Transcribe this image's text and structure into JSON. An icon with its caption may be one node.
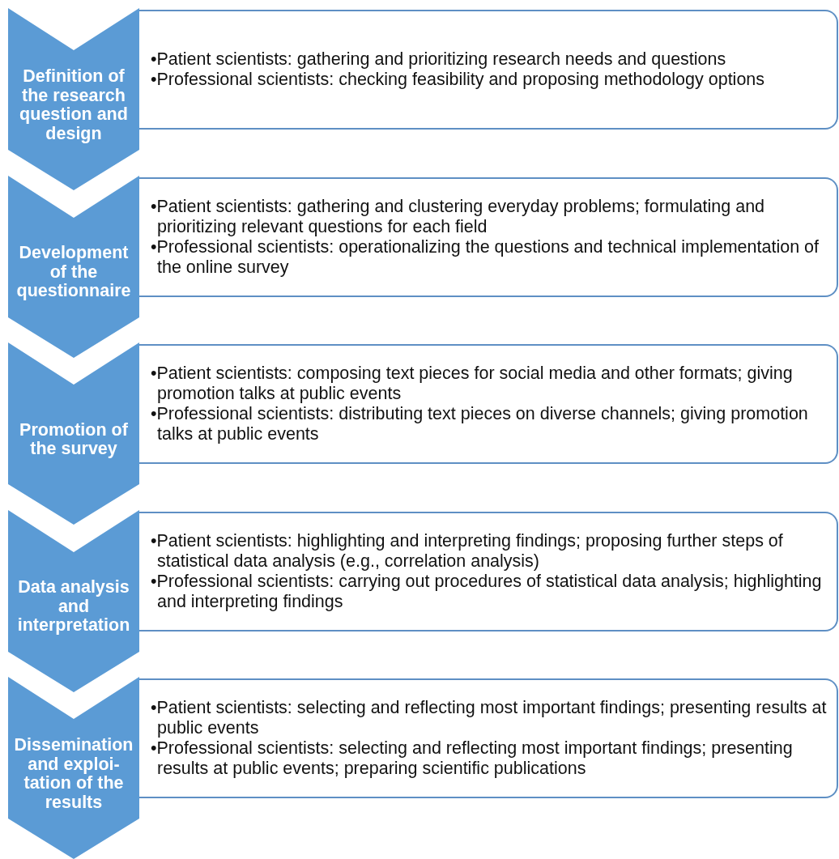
{
  "diagram": {
    "nodes": [
      {
        "text": [
          "Definition of the research question and design"
        ]
      },
      {
        "text": [
          "•Patient scientists: gathering and prioritizing research needs and questions",
          "•Professional scientists: checking feasibility and proposing methodology options"
        ]
      },
      {
        "text": [
          "Development of the questionnaire"
        ]
      },
      {
        "text": [
          "•Patient scientists: gathering and clustering everyday problems; formulating and prioritizing relevant questions for each field",
          "•Professional scientists: operationalizing the questions and technical implementation of the online survey"
        ]
      },
      {
        "text": [
          "Promotion of the survey"
        ]
      },
      {
        "text": [
          "•Patient scientists: composing text pieces for social media and other formats; giving promotion talks at public events",
          "•Professional scientists: distributing text pieces on diverse channels; giving promotion talks at public events"
        ]
      },
      {
        "text": [
          "Data analysis and interpretation"
        ]
      },
      {
        "text": [
          "•Patient scientists: highlighting and interpreting findings; proposing further steps of statistical data analysis (e.g., correlation analysis)",
          "•Professional scientists: carrying out procedures of statistical data analysis; highlighting and interpreting findings"
        ]
      },
      {
        "text": [
          "Dissemination and exploi-tation of the results"
        ]
      },
      {
        "text": [
          "•Patient scientists: selecting and reflecting most important findings; presenting results at public events",
          "•Professional scientists: selecting and reflecting most important findings; presenting results at public events; preparing scientific publications"
        ]
      }
    ]
  }
}
